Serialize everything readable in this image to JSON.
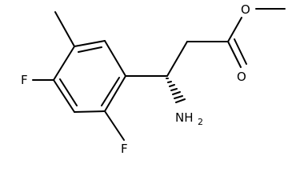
{
  "molecule": {
    "atoms": {
      "o_ester": "O",
      "o_carbonyl": "O",
      "fluorine_left": "F",
      "fluorine_bottom": "F",
      "amine_n": "NH",
      "amine_h_count": "2"
    }
  }
}
